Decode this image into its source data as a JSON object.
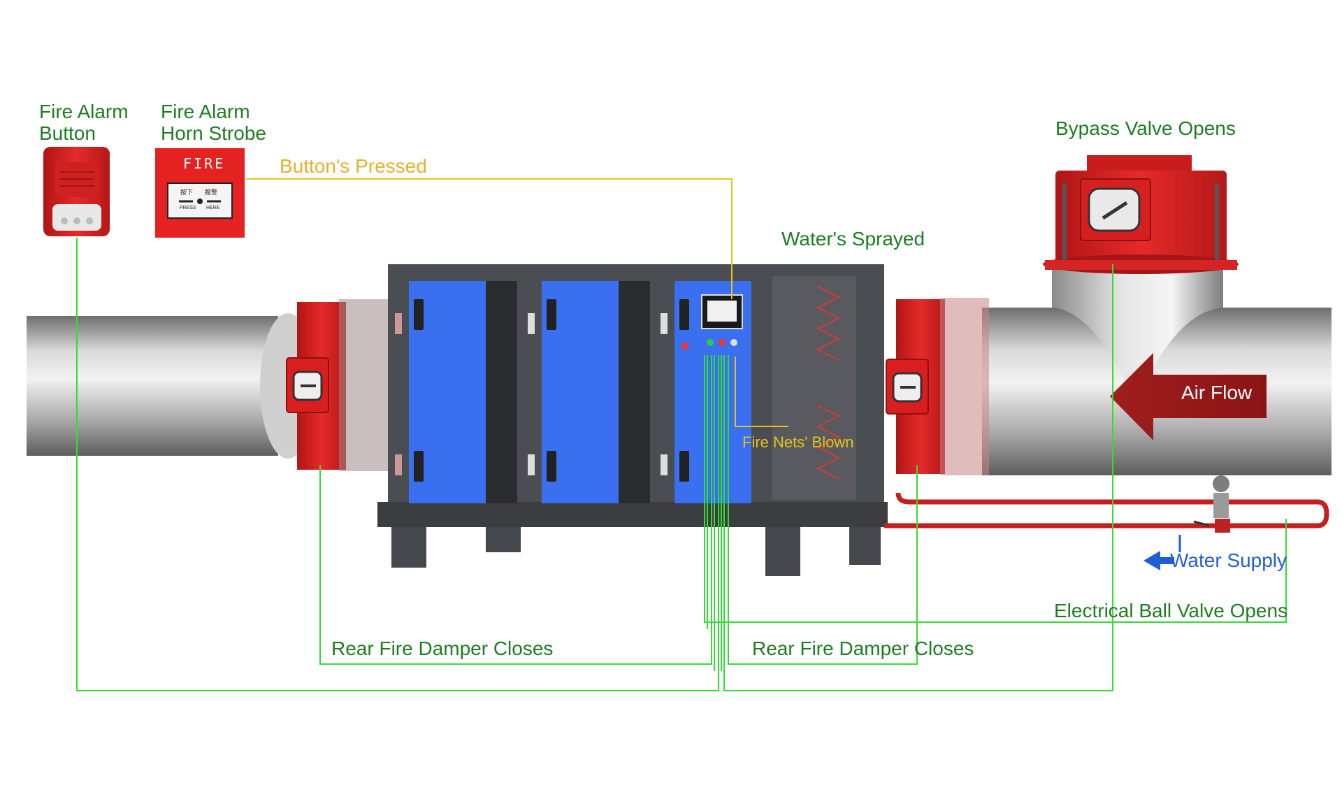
{
  "labels": {
    "fire_alarm_button": "Fire Alarm\nButton",
    "fire_alarm_horn_strobe": "Fire Alarm\nHorn Strobe",
    "buttons_pressed": "Button's Pressed",
    "bypass_valve_opens": "Bypass Valve Opens",
    "waters_sprayed": "Water's Sprayed",
    "fire_nets_blown": "Fire Nets' Blown",
    "air_flow": "Air Flow",
    "water_supply": "Water Supply",
    "electrical_ball_valve_opens": "Electrical Ball Valve Opens",
    "rear_fire_damper_closes_left": "Rear Fire Damper Closes",
    "rear_fire_damper_closes_right": "Rear Fire Damper Closes"
  },
  "devices": {
    "manual_call_point_text": "FIRE",
    "manual_call_point_sub_left": "按下",
    "manual_call_point_sub_right": "报警",
    "manual_call_point_press": "PRESS",
    "manual_call_point_here": "HERE"
  },
  "colors": {
    "signal_green": "#33dd33",
    "signal_yellow": "#e8c21c",
    "label_green": "#1e7d21",
    "label_yellow": "#e6b12a",
    "label_blue": "#1f5fd6",
    "fire_red": "#e02020",
    "panel_blue": "#3a6ff0",
    "housing_dark": "#4a4d52",
    "duct_grey": "#b5b5b5",
    "pipe_red": "#c41e1e"
  }
}
